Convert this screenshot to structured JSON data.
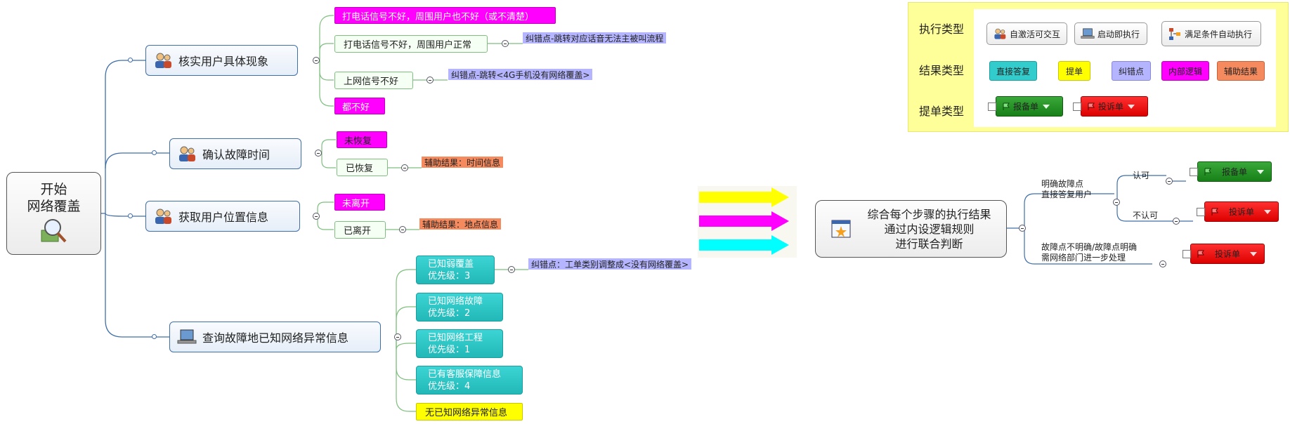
{
  "root": {
    "title": "开始",
    "subtitle": "网络覆盖"
  },
  "branches": {
    "verify": {
      "title": "核实用户具体现象",
      "items": [
        "打电话信号不好，周围用户也不好（或不清楚）",
        "打电话信号不好，周围用户正常",
        "上网信号不好",
        "都不好"
      ],
      "labels": [
        "纠错点-跳转对应话音无法主被叫流程",
        "纠错点-跳转<4G手机没有网络覆盖>"
      ]
    },
    "time": {
      "title": "确认故障时间",
      "items": [
        "未恢复",
        "已恢复"
      ],
      "label": "辅助结果：时间信息"
    },
    "location": {
      "title": "获取用户位置信息",
      "items": [
        "未离开",
        "已离开"
      ],
      "label": "辅助结果：地点信息"
    },
    "network": {
      "title": "查询故障地已知网络异常信息",
      "items": [
        {
          "name": "已知弱覆盖",
          "priority": "优先级：3"
        },
        {
          "name": "已知网络故障",
          "priority": "优先级：2"
        },
        {
          "name": "已知网络工程",
          "priority": "优先级：1"
        },
        {
          "name": "已有客服保障信息",
          "priority": "优先级：4"
        }
      ],
      "none": "无已知网络异常信息",
      "label": "纠错点：工单类别调整成<没有网络覆盖>"
    }
  },
  "combine": {
    "lines": [
      "综合每个步骤的执行结果",
      "通过内设逻辑规则",
      "进行联合判断"
    ],
    "branch1": {
      "line1": "明确故障点",
      "line2": "直接答复用户",
      "accept": "认可",
      "reject": "不认可"
    },
    "branch2": {
      "line1": "故障点不明确/故障点明确",
      "line2": "需网络部门进一步处理"
    },
    "tickets": {
      "report": "报备单",
      "complaint": "投诉单"
    }
  },
  "legend": {
    "exec_label": "执行类型",
    "result_label": "结果类型",
    "ticket_label": "提单类型",
    "exec": [
      "自激活可交互",
      "启动即执行",
      "满足条件自动执行"
    ],
    "results": [
      {
        "text": "直接答复",
        "color": "#33cccc"
      },
      {
        "text": "提单",
        "color": "#ffff00"
      },
      {
        "text": "纠错点",
        "color": "#b5b5ff"
      },
      {
        "text": "内部逻辑",
        "color": "#ff00ff"
      },
      {
        "text": "辅助结果",
        "color": "#f58a5e"
      }
    ],
    "tickets": [
      "报备单",
      "投诉单"
    ]
  },
  "arrow_colors": [
    "#ffff00",
    "#ff00ff",
    "#00ffff"
  ]
}
